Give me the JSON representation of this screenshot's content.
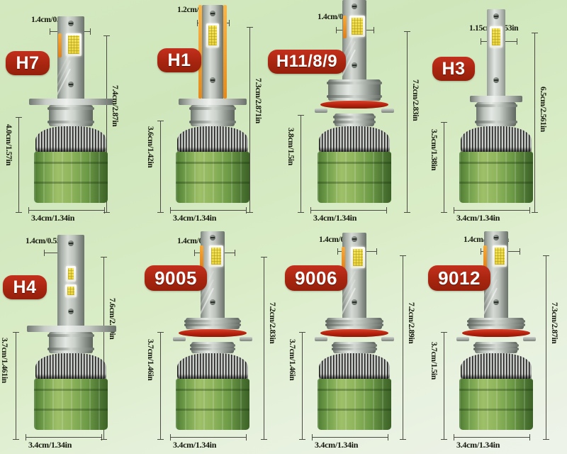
{
  "page": {
    "kind": "product-dimension-diagram",
    "subject": "LED headlight bulb size chart",
    "background_top_color": "#d4e8bf",
    "background_bottom_color": "#eef3ea",
    "badge_color": "#a8250f",
    "badge_text_color": "#ffffff",
    "body_color": "#7aa64f",
    "oring_color": "#b8230f",
    "led_color": "#f0da4c",
    "wire_color": "#e8901f"
  },
  "bulbs": [
    {
      "id": "h7",
      "label": "H7",
      "top_width": "1.4cm/0.551in",
      "height": "7.4cm/2.87in",
      "side_height": "4.0cm/1.57in",
      "base_width": "3.4cm/1.34in",
      "base_style": "flange",
      "has_oring": false
    },
    {
      "id": "h1",
      "label": "H1",
      "top_width": "1.2cm/0.472in",
      "height": "7.3cm/2.871in",
      "side_height": "3.6cm/1.42in",
      "base_width": "3.4cm/1.34in",
      "base_style": "collar",
      "has_oring": false
    },
    {
      "id": "h11-8-9",
      "label": "H11/8/9",
      "top_width": "1.4cm/0.551in",
      "height": "7.2cm/2.83in",
      "side_height": "3.8cm/1.5in",
      "base_width": "3.4cm/1.34in",
      "base_style": "oring",
      "has_oring": true
    },
    {
      "id": "h3",
      "label": "H3",
      "top_width": "1.15cm/0.453in",
      "height": "6.5cm/2.561in",
      "side_height": "3.5cm/1.38in",
      "base_width": "3.4cm/1.34in",
      "base_style": "collar",
      "has_oring": false
    },
    {
      "id": "h4",
      "label": "H4",
      "top_width": "1.4cm/0.551in",
      "height": "7.6cm/2.99in",
      "side_height": "3.7cm/1.461in",
      "base_width": "3.4cm/1.34in",
      "base_style": "flange",
      "has_oring": false
    },
    {
      "id": "9005",
      "label": "9005",
      "top_width": "1.4cm/0.551in",
      "height": "7.2cm/2.83in",
      "side_height": "3.7cm/1.46in",
      "base_width": "3.4cm/1.34in",
      "base_style": "oring",
      "has_oring": true
    },
    {
      "id": "9006",
      "label": "9006",
      "top_width": "1.4cm/0.551in",
      "height": "7.2cm/2.89in",
      "side_height": "3.7cm/1.46in",
      "base_width": "3.4cm/1.34in",
      "base_style": "oring",
      "has_oring": true
    },
    {
      "id": "9012",
      "label": "9012",
      "top_width": "1.4cm/0.551in",
      "height": "7.3cm/2.87in",
      "side_height": "3.7cm/1.5in",
      "base_width": "3.4cm/1.34in",
      "base_style": "oring",
      "has_oring": true
    }
  ]
}
